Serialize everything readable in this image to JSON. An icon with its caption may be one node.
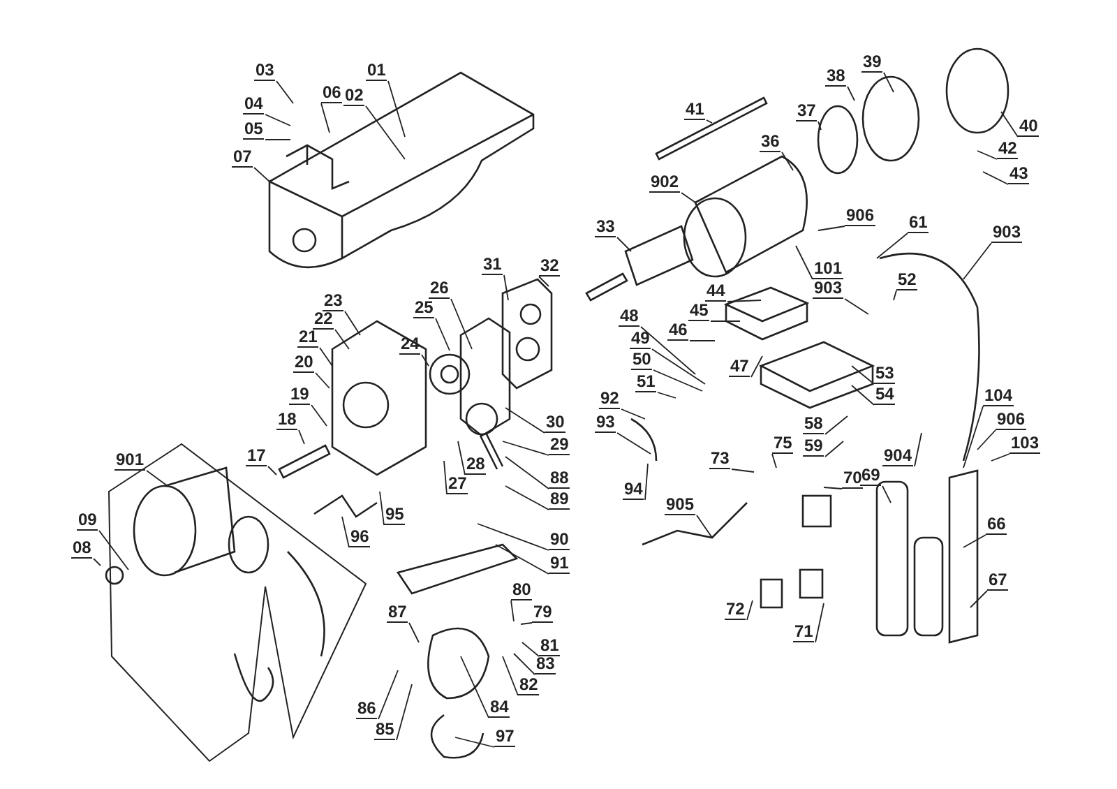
{
  "diagram": {
    "nodes": [
      {
        "text": [
          "03"
        ]
      },
      {
        "text": [
          "04"
        ]
      },
      {
        "text": [
          "05"
        ]
      },
      {
        "text": [
          "06"
        ]
      },
      {
        "text": [
          "01"
        ]
      },
      {
        "text": [
          "02"
        ]
      },
      {
        "text": [
          "07"
        ]
      },
      {
        "text": [
          "41"
        ]
      },
      {
        "text": [
          "39"
        ]
      },
      {
        "text": [
          "38"
        ]
      },
      {
        "text": [
          "37"
        ]
      },
      {
        "text": [
          "40"
        ]
      },
      {
        "text": [
          "42"
        ]
      },
      {
        "text": [
          "43"
        ]
      },
      {
        "text": [
          "36"
        ]
      },
      {
        "text": [
          "902"
        ]
      },
      {
        "text": [
          "906"
        ]
      },
      {
        "text": [
          "61"
        ]
      },
      {
        "text": [
          "903"
        ]
      },
      {
        "text": [
          "33"
        ]
      },
      {
        "text": [
          "32"
        ]
      },
      {
        "text": [
          "31"
        ]
      },
      {
        "text": [
          "26"
        ]
      },
      {
        "text": [
          "25"
        ]
      },
      {
        "text": [
          "24"
        ]
      },
      {
        "text": [
          "23"
        ]
      },
      {
        "text": [
          "22"
        ]
      },
      {
        "text": [
          "21"
        ]
      },
      {
        "text": [
          "20"
        ]
      },
      {
        "text": [
          "101"
        ]
      },
      {
        "text": [
          "44"
        ]
      },
      {
        "text": [
          "45"
        ]
      },
      {
        "text": [
          "46"
        ]
      },
      {
        "text": [
          "47"
        ]
      },
      {
        "text": [
          "52"
        ]
      },
      {
        "text": [
          "903"
        ]
      },
      {
        "text": [
          "48"
        ]
      },
      {
        "text": [
          "49"
        ]
      },
      {
        "text": [
          "50"
        ]
      },
      {
        "text": [
          "51"
        ]
      },
      {
        "text": [
          "53"
        ]
      },
      {
        "text": [
          "54"
        ]
      },
      {
        "text": [
          "19"
        ]
      },
      {
        "text": [
          "18"
        ]
      },
      {
        "text": [
          "92"
        ]
      },
      {
        "text": [
          "93"
        ]
      },
      {
        "text": [
          "30"
        ]
      },
      {
        "text": [
          "29"
        ]
      },
      {
        "text": [
          "28"
        ]
      },
      {
        "text": [
          "88"
        ]
      },
      {
        "text": [
          "17"
        ]
      },
      {
        "text": [
          "901"
        ]
      },
      {
        "text": [
          "27"
        ]
      },
      {
        "text": [
          "89"
        ]
      },
      {
        "text": [
          "95"
        ]
      },
      {
        "text": [
          "96"
        ]
      },
      {
        "text": [
          "94"
        ]
      },
      {
        "text": [
          "90"
        ]
      },
      {
        "text": [
          "91"
        ]
      },
      {
        "text": [
          "73"
        ]
      },
      {
        "text": [
          "75"
        ]
      },
      {
        "text": [
          "58"
        ]
      },
      {
        "text": [
          "59"
        ]
      },
      {
        "text": [
          "104"
        ]
      },
      {
        "text": [
          "906"
        ]
      },
      {
        "text": [
          "103"
        ]
      },
      {
        "text": [
          "904"
        ]
      },
      {
        "text": [
          "69"
        ]
      },
      {
        "text": [
          "70"
        ]
      },
      {
        "text": [
          "905"
        ]
      },
      {
        "text": [
          "66"
        ]
      },
      {
        "text": [
          "09"
        ]
      },
      {
        "text": [
          "08"
        ]
      },
      {
        "text": [
          "87"
        ]
      },
      {
        "text": [
          "80"
        ]
      },
      {
        "text": [
          "79"
        ]
      },
      {
        "text": [
          "81"
        ]
      },
      {
        "text": [
          "83"
        ]
      },
      {
        "text": [
          "82"
        ]
      },
      {
        "text": [
          "84"
        ]
      },
      {
        "text": [
          "86"
        ]
      },
      {
        "text": [
          "85"
        ]
      },
      {
        "text": [
          "97"
        ]
      },
      {
        "text": [
          "72"
        ]
      },
      {
        "text": [
          "71"
        ]
      },
      {
        "text": [
          "67"
        ]
      }
    ],
    "edges": [
      {
        "from": 0,
        "to": null,
        "arrow": "none"
      },
      {
        "from": 1,
        "to": null,
        "arrow": "none"
      },
      {
        "from": 2,
        "to": null,
        "arrow": "none"
      },
      {
        "from": 3,
        "to": null,
        "arrow": "none"
      },
      {
        "from": 4,
        "to": null,
        "arrow": "none"
      },
      {
        "from": 5,
        "to": null,
        "arrow": "none"
      },
      {
        "from": 6,
        "to": null,
        "arrow": "none"
      },
      {
        "from": 7,
        "to": null,
        "arrow": "none"
      },
      {
        "from": 8,
        "to": null,
        "arrow": "none"
      },
      {
        "from": 9,
        "to": null,
        "arrow": "none"
      },
      {
        "from": 10,
        "to": null,
        "arrow": "none"
      },
      {
        "from": 11,
        "to": null,
        "arrow": "none"
      },
      {
        "from": 12,
        "to": null,
        "arrow": "none"
      },
      {
        "from": 13,
        "to": null,
        "arrow": "none"
      },
      {
        "from": 14,
        "to": null,
        "arrow": "none"
      },
      {
        "from": 15,
        "to": null,
        "arrow": "none"
      },
      {
        "from": 16,
        "to": null,
        "arrow": "none"
      },
      {
        "from": 17,
        "to": null,
        "arrow": "none"
      },
      {
        "from": 18,
        "to": null,
        "arrow": "none"
      },
      {
        "from": 19,
        "to": null,
        "arrow": "none"
      },
      {
        "from": 20,
        "to": null,
        "arrow": "none"
      },
      {
        "from": 21,
        "to": null,
        "arrow": "none"
      },
      {
        "from": 22,
        "to": null,
        "arrow": "none"
      },
      {
        "from": 23,
        "to": null,
        "arrow": "none"
      },
      {
        "from": 24,
        "to": null,
        "arrow": "none"
      },
      {
        "from": 25,
        "to": null,
        "arrow": "none"
      },
      {
        "from": 26,
        "to": null,
        "arrow": "none"
      },
      {
        "from": 27,
        "to": null,
        "arrow": "none"
      },
      {
        "from": 28,
        "to": null,
        "arrow": "none"
      },
      {
        "from": 29,
        "to": null,
        "arrow": "none"
      },
      {
        "from": 30,
        "to": null,
        "arrow": "none"
      },
      {
        "from": 31,
        "to": null,
        "arrow": "none"
      },
      {
        "from": 32,
        "to": null,
        "arrow": "none"
      },
      {
        "from": 33,
        "to": null,
        "arrow": "none"
      },
      {
        "from": 34,
        "to": null,
        "arrow": "none"
      },
      {
        "from": 35,
        "to": null,
        "arrow": "none"
      },
      {
        "from": 36,
        "to": null,
        "arrow": "none"
      },
      {
        "from": 37,
        "to": null,
        "arrow": "none"
      },
      {
        "from": 38,
        "to": null,
        "arrow": "none"
      },
      {
        "from": 39,
        "to": null,
        "arrow": "none"
      },
      {
        "from": 40,
        "to": null,
        "arrow": "none"
      },
      {
        "from": 41,
        "to": null,
        "arrow": "none"
      },
      {
        "from": 42,
        "to": null,
        "arrow": "none"
      },
      {
        "from": 43,
        "to": null,
        "arrow": "none"
      },
      {
        "from": 44,
        "to": null,
        "arrow": "none"
      },
      {
        "from": 45,
        "to": null,
        "arrow": "none"
      },
      {
        "from": 46,
        "to": null,
        "arrow": "none"
      },
      {
        "from": 47,
        "to": null,
        "arrow": "none"
      },
      {
        "from": 48,
        "to": null,
        "arrow": "none"
      },
      {
        "from": 49,
        "to": null,
        "arrow": "none"
      },
      {
        "from": 50,
        "to": null,
        "arrow": "none"
      },
      {
        "from": 51,
        "to": null,
        "arrow": "none"
      },
      {
        "from": 52,
        "to": null,
        "arrow": "none"
      },
      {
        "from": 53,
        "to": null,
        "arrow": "none"
      },
      {
        "from": 54,
        "to": null,
        "arrow": "none"
      },
      {
        "from": 55,
        "to": null,
        "arrow": "none"
      },
      {
        "from": 56,
        "to": null,
        "arrow": "none"
      },
      {
        "from": 57,
        "to": null,
        "arrow": "none"
      },
      {
        "from": 58,
        "to": null,
        "arrow": "none"
      },
      {
        "from": 59,
        "to": null,
        "arrow": "none"
      },
      {
        "from": 60,
        "to": null,
        "arrow": "none"
      },
      {
        "from": 61,
        "to": null,
        "arrow": "none"
      },
      {
        "from": 62,
        "to": null,
        "arrow": "none"
      },
      {
        "from": 63,
        "to": null,
        "arrow": "none"
      },
      {
        "from": 64,
        "to": null,
        "arrow": "none"
      },
      {
        "from": 65,
        "to": null,
        "arrow": "none"
      },
      {
        "from": 66,
        "to": null,
        "arrow": "none"
      },
      {
        "from": 67,
        "to": null,
        "arrow": "none"
      },
      {
        "from": 68,
        "to": null,
        "arrow": "none"
      },
      {
        "from": 69,
        "to": null,
        "arrow": "none"
      },
      {
        "from": 70,
        "to": null,
        "arrow": "none"
      },
      {
        "from": 71,
        "to": null,
        "arrow": "none"
      },
      {
        "from": 72,
        "to": null,
        "arrow": "none"
      },
      {
        "from": 73,
        "to": null,
        "arrow": "none"
      },
      {
        "from": 74,
        "to": null,
        "arrow": "none"
      },
      {
        "from": 75,
        "to": null,
        "arrow": "none"
      },
      {
        "from": 76,
        "to": null,
        "arrow": "none"
      },
      {
        "from": 77,
        "to": null,
        "arrow": "none"
      },
      {
        "from": 78,
        "to": null,
        "arrow": "none"
      },
      {
        "from": 79,
        "to": null,
        "arrow": "none"
      },
      {
        "from": 80,
        "to": null,
        "arrow": "none"
      },
      {
        "from": 81,
        "to": null,
        "arrow": "none"
      },
      {
        "from": 82,
        "to": null,
        "arrow": "none"
      },
      {
        "from": 83,
        "to": null,
        "arrow": "none"
      },
      {
        "from": 84,
        "to": null,
        "arrow": "none"
      },
      {
        "from": 85,
        "to": null,
        "arrow": "none"
      }
    ]
  }
}
